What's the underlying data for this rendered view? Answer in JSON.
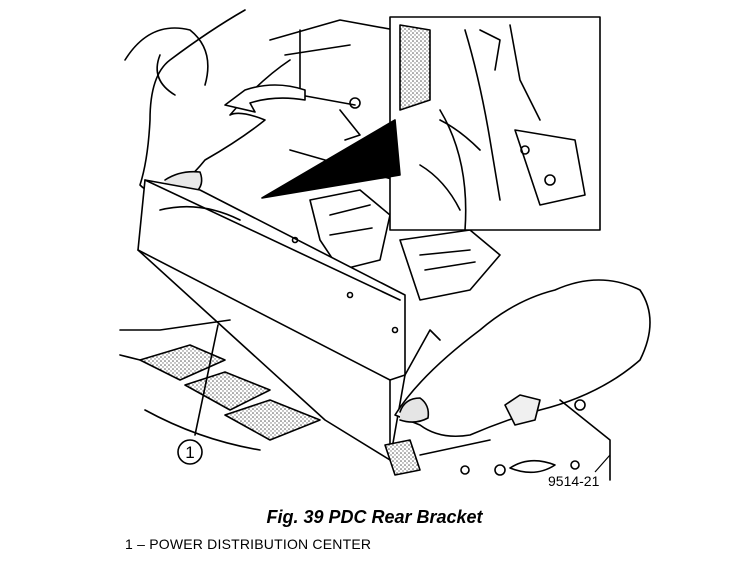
{
  "figure": {
    "callout_number": "1",
    "code": "9514-21",
    "caption": "Fig. 39 PDC Rear Bracket"
  },
  "legend": [
    {
      "number": "1",
      "separator": "–",
      "text": "POWER DISTRIBUTION CENTER"
    }
  ],
  "colors": {
    "ink": "#000000",
    "paper": "#ffffff",
    "stipple": "#9a9a9a"
  }
}
